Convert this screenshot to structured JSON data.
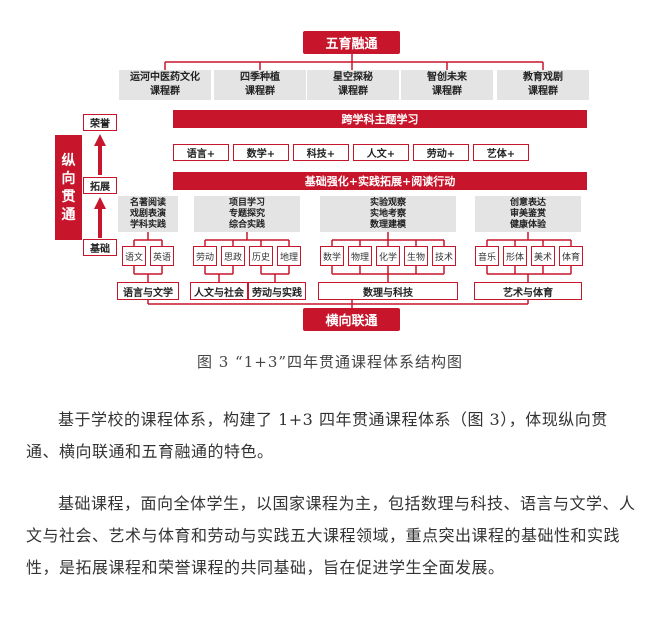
{
  "diagram": {
    "top_title": "五育融通",
    "course_groups": [
      "运河中医药文化\n课程群",
      "四季种植\n课程群",
      "星空探秘\n课程群",
      "智创未来\n课程群",
      "教育戏剧\n课程群"
    ],
    "cross_subject": "跨学科主题学习",
    "subjects_plus": [
      "语言+",
      "数学+",
      "科技+",
      "人文+",
      "劳动+",
      "艺体+"
    ],
    "mid_banner": "基础强化+实践拓展+阅读行动",
    "vertical_title": "纵\n向\n贯\n通",
    "levels": [
      "荣誉",
      "拓展",
      "基础"
    ],
    "ext_groups": [
      "名著阅读\n戏剧表演\n学科实践",
      "项目学习\n专题探究\n综合实践",
      "实验观察\n实地考察\n数理建模",
      "创意表达\n审美鉴赏\n健康体验"
    ],
    "small_subjects": [
      "语文",
      "英语",
      "劳动",
      "思政",
      "历史",
      "地理",
      "数学",
      "物理",
      "化学",
      "生物",
      "技术",
      "音乐",
      "形体",
      "美术",
      "体育"
    ],
    "domains": [
      "语言与文学",
      "人文与社会",
      "劳动与实践",
      "数理与科技",
      "艺术与体育"
    ],
    "bottom_title": "横向联通"
  },
  "caption": "图 3 “1+3”四年贯通课程体系结构图",
  "paragraphs": [
    "基于学校的课程体系，构建了 1+3 四年贯通课程体系（图 3），体现纵向贯通、横向联通和五育融通的特色。",
    "基础课程，面向全体学生，以国家课程为主，包括数理与科技、语言与文学、人文与社会、艺术与体育和劳动与实践五大课程领域，重点突出课程的基础性和实践性，是拓展课程和荣誉课程的共同基础，旨在促进学生全面发展。"
  ]
}
